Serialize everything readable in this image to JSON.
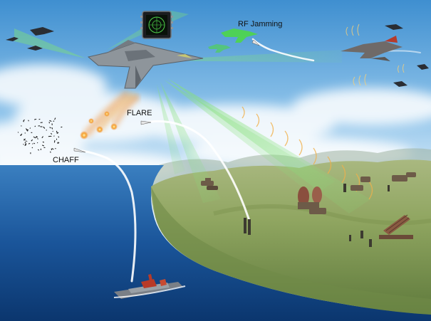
{
  "labels": {
    "rf_jamming": "RF Jamming",
    "flare": "FLARE",
    "chaff": "CHAFF"
  },
  "colors": {
    "sky_top": "#3f8fd0",
    "sky_mid": "#8ec3ea",
    "sky_low": "#e7f3fb",
    "sea_deep": "#0e3f7d",
    "sea_light": "#2a6fb3",
    "land": "#8fa560",
    "land_dark": "#5f7a3c",
    "beam_green": "#8fe07a",
    "jammer_green": "#4ed64a",
    "flare_orange": "#f08a2a",
    "ship_red": "#b83a28"
  },
  "icons": [
    "radar-warning-display-icon",
    "stealth-fighter-icon",
    "enemy-fighter-icon",
    "missile-icon",
    "ship-icon",
    "tank-icon",
    "radar-dish-icon",
    "rocket-launcher-icon",
    "soldier-icon"
  ]
}
